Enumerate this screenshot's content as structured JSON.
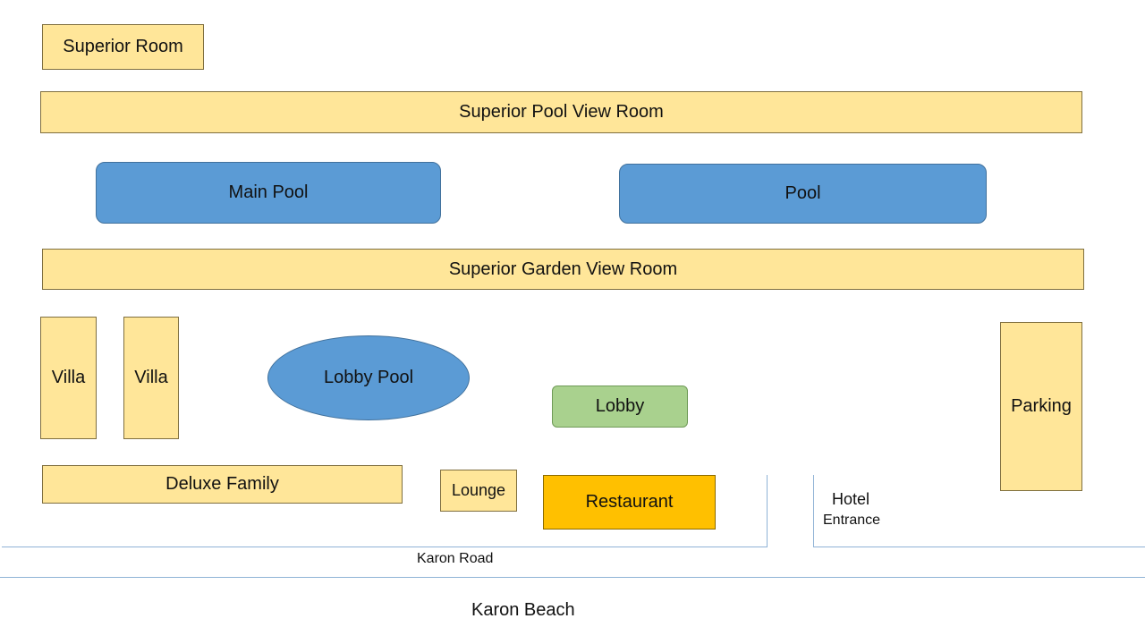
{
  "colors": {
    "room": "#FFE699",
    "room_border": "#7F6F3F",
    "pool": "#5B9BD5",
    "pool_border": "#41719C",
    "lobby": "#A9D18E",
    "lobby_border": "#6F9A57",
    "restaurant": "#FFC000",
    "restaurant_border": "#8B6A00",
    "road_line": "#8FB3D6"
  },
  "map": {
    "superior_room": "Superior Room",
    "superior_pool_view_room": "Superior Pool View Room",
    "main_pool": "Main Pool",
    "pool": "Pool",
    "superior_garden_view_room": "Superior Garden View Room",
    "villa_1": "Villa",
    "villa_2": "Villa",
    "lobby_pool": "Lobby Pool",
    "lobby": "Lobby",
    "parking": "Parking",
    "deluxe_family": "Deluxe Family",
    "lounge": "Lounge",
    "restaurant": "Restaurant",
    "hotel_entrance_line1": "Hotel",
    "hotel_entrance_line2": "Entrance",
    "karon_road": "Karon Road",
    "karon_beach": "Karon Beach"
  }
}
